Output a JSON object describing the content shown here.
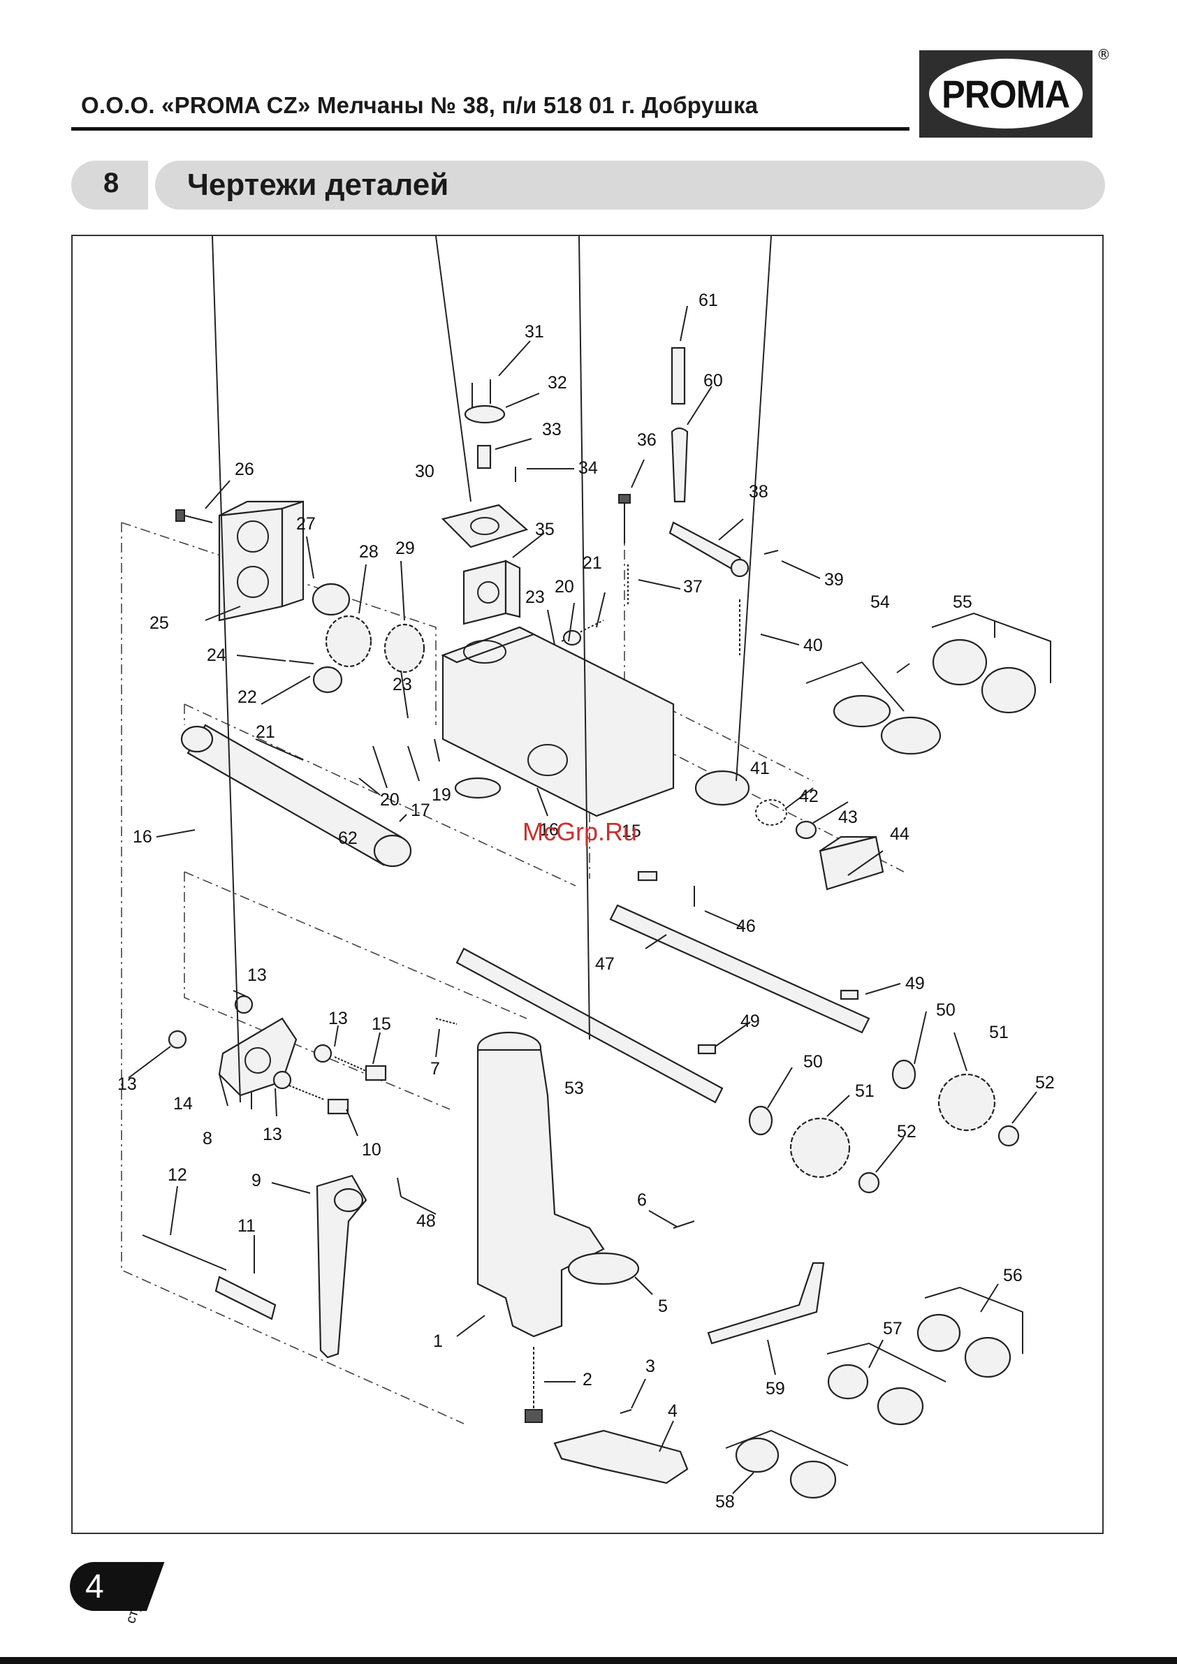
{
  "header": {
    "company": "О.О.О. «PROMA CZ» Мелчаны № 38, п/и 518 01 г. Добрушка",
    "logo_text": "PROMA",
    "reg_mark": "®"
  },
  "section": {
    "number": "8",
    "title": "Чертежи деталей"
  },
  "drawing": {
    "watermark": "McGrp.Ru",
    "part_labels": [
      {
        "id": "1",
        "text": "1"
      },
      {
        "id": "2",
        "text": "2"
      },
      {
        "id": "3",
        "text": "3"
      },
      {
        "id": "4",
        "text": "4"
      },
      {
        "id": "5",
        "text": "5"
      },
      {
        "id": "6",
        "text": "6"
      },
      {
        "id": "7",
        "text": "7"
      },
      {
        "id": "8",
        "text": "8"
      },
      {
        "id": "9",
        "text": "9"
      },
      {
        "id": "10",
        "text": "10"
      },
      {
        "id": "11",
        "text": "11"
      },
      {
        "id": "12",
        "text": "12"
      },
      {
        "id": "13a",
        "text": "13"
      },
      {
        "id": "13b",
        "text": "13"
      },
      {
        "id": "13c",
        "text": "13"
      },
      {
        "id": "13d",
        "text": "13"
      },
      {
        "id": "14",
        "text": "14"
      },
      {
        "id": "15a",
        "text": "15"
      },
      {
        "id": "15b",
        "text": "15"
      },
      {
        "id": "16a",
        "text": "16"
      },
      {
        "id": "16b",
        "text": "16"
      },
      {
        "id": "17",
        "text": "17"
      },
      {
        "id": "19",
        "text": "19"
      },
      {
        "id": "20a",
        "text": "20"
      },
      {
        "id": "20b",
        "text": "20"
      },
      {
        "id": "21a",
        "text": "21"
      },
      {
        "id": "21b",
        "text": "21"
      },
      {
        "id": "22",
        "text": "22"
      },
      {
        "id": "23a",
        "text": "23"
      },
      {
        "id": "23b",
        "text": "23"
      },
      {
        "id": "24",
        "text": "24"
      },
      {
        "id": "25",
        "text": "25"
      },
      {
        "id": "26",
        "text": "26"
      },
      {
        "id": "27",
        "text": "27"
      },
      {
        "id": "28",
        "text": "28"
      },
      {
        "id": "29",
        "text": "29"
      },
      {
        "id": "30",
        "text": "30"
      },
      {
        "id": "31",
        "text": "31"
      },
      {
        "id": "32",
        "text": "32"
      },
      {
        "id": "33",
        "text": "33"
      },
      {
        "id": "34",
        "text": "34"
      },
      {
        "id": "35",
        "text": "35"
      },
      {
        "id": "36",
        "text": "36"
      },
      {
        "id": "37",
        "text": "37"
      },
      {
        "id": "38",
        "text": "38"
      },
      {
        "id": "39",
        "text": "39"
      },
      {
        "id": "40",
        "text": "40"
      },
      {
        "id": "41",
        "text": "41"
      },
      {
        "id": "42",
        "text": "42"
      },
      {
        "id": "43",
        "text": "43"
      },
      {
        "id": "44",
        "text": "44"
      },
      {
        "id": "46",
        "text": "46"
      },
      {
        "id": "47",
        "text": "47"
      },
      {
        "id": "48",
        "text": "48"
      },
      {
        "id": "49a",
        "text": "49"
      },
      {
        "id": "49b",
        "text": "49"
      },
      {
        "id": "50a",
        "text": "50"
      },
      {
        "id": "50b",
        "text": "50"
      },
      {
        "id": "51a",
        "text": "51"
      },
      {
        "id": "51b",
        "text": "51"
      },
      {
        "id": "52a",
        "text": "52"
      },
      {
        "id": "52b",
        "text": "52"
      },
      {
        "id": "53",
        "text": "53"
      },
      {
        "id": "54",
        "text": "54"
      },
      {
        "id": "55",
        "text": "55"
      },
      {
        "id": "56",
        "text": "56"
      },
      {
        "id": "57",
        "text": "57"
      },
      {
        "id": "58",
        "text": "58"
      },
      {
        "id": "59",
        "text": "59"
      },
      {
        "id": "60",
        "text": "60"
      },
      {
        "id": "61",
        "text": "61"
      },
      {
        "id": "62",
        "text": "62"
      }
    ]
  },
  "footer": {
    "page_number": "4",
    "page_word": "страница"
  }
}
